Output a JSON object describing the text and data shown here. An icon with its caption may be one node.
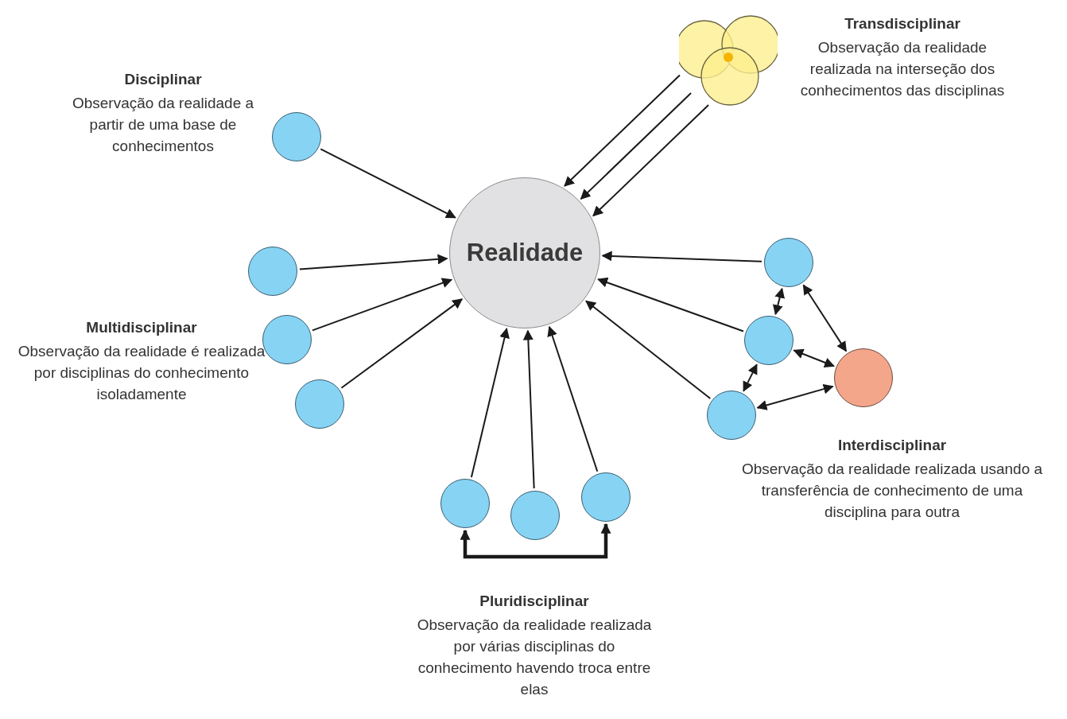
{
  "diagram": {
    "nodes": [
      {
        "text": [
          "Realidade"
        ]
      },
      {
        "text": [],
        "shape": "circle"
      },
      {
        "text": [],
        "shape": "picture"
      },
      {
        "text": [],
        "shape": "circle"
      },
      {
        "text": [],
        "shape": "circle"
      },
      {
        "text": [],
        "shape": "circle"
      },
      {
        "text": [],
        "shape": "circle"
      },
      {
        "text": [],
        "shape": "circle"
      },
      {
        "text": [],
        "shape": "circle"
      },
      {
        "text": [],
        "shape": "circle"
      },
      {
        "text": [],
        "shape": "circle"
      },
      {
        "text": [],
        "shape": "circle"
      },
      {
        "text": [],
        "shape": "circle"
      }
    ],
    "edges": [
      {
        "from": 1,
        "to": 0,
        "arrow": "to"
      },
      {
        "from": 2,
        "to": 0,
        "arrow": "to"
      },
      {
        "from": 2,
        "to": 0,
        "arrow": "to"
      },
      {
        "from": 2,
        "to": 0,
        "arrow": "to"
      },
      {
        "from": 3,
        "to": 0,
        "arrow": "to"
      },
      {
        "from": 4,
        "to": 0,
        "arrow": "to"
      },
      {
        "from": 5,
        "to": 0,
        "arrow": "to"
      },
      {
        "from": 6,
        "to": 0,
        "arrow": "to"
      },
      {
        "from": 7,
        "to": 0,
        "arrow": "to"
      },
      {
        "from": 8,
        "to": 0,
        "arrow": "to"
      },
      {
        "from": 6,
        "to": 7,
        "arrow": "both"
      },
      {
        "from": 7,
        "to": 8,
        "arrow": "both"
      },
      {
        "from": 6,
        "to": 9,
        "arrow": "both"
      },
      {
        "from": 7,
        "to": 9,
        "arrow": "both"
      },
      {
        "from": 8,
        "to": 9,
        "arrow": "both"
      },
      {
        "from": 10,
        "to": 0,
        "arrow": "to"
      },
      {
        "from": 11,
        "to": 0,
        "arrow": "to"
      },
      {
        "from": 12,
        "to": 0,
        "arrow": "to"
      },
      {
        "from": 10,
        "to": 12,
        "arrow": "both",
        "style": "thick"
      }
    ],
    "labels": [
      "Transdisciplinar",
      "Observação da realidade realizada na interseção dos conhecimentos das disciplinas",
      "Disciplinar",
      "Observação da realidade a partir de uma base de conhecimentos",
      "Multidisciplinar",
      "Observação da realidade é realizada por disciplinas do conhecimento isoladamente",
      "Interdisciplinar",
      "Observação da realidade realizada usando a transferência de conhecimento de uma disciplina para outra",
      "Pluridisciplinar",
      "Observação da realidade realizada por várias disciplinas do conhecimento havendo troca entre elas"
    ]
  }
}
